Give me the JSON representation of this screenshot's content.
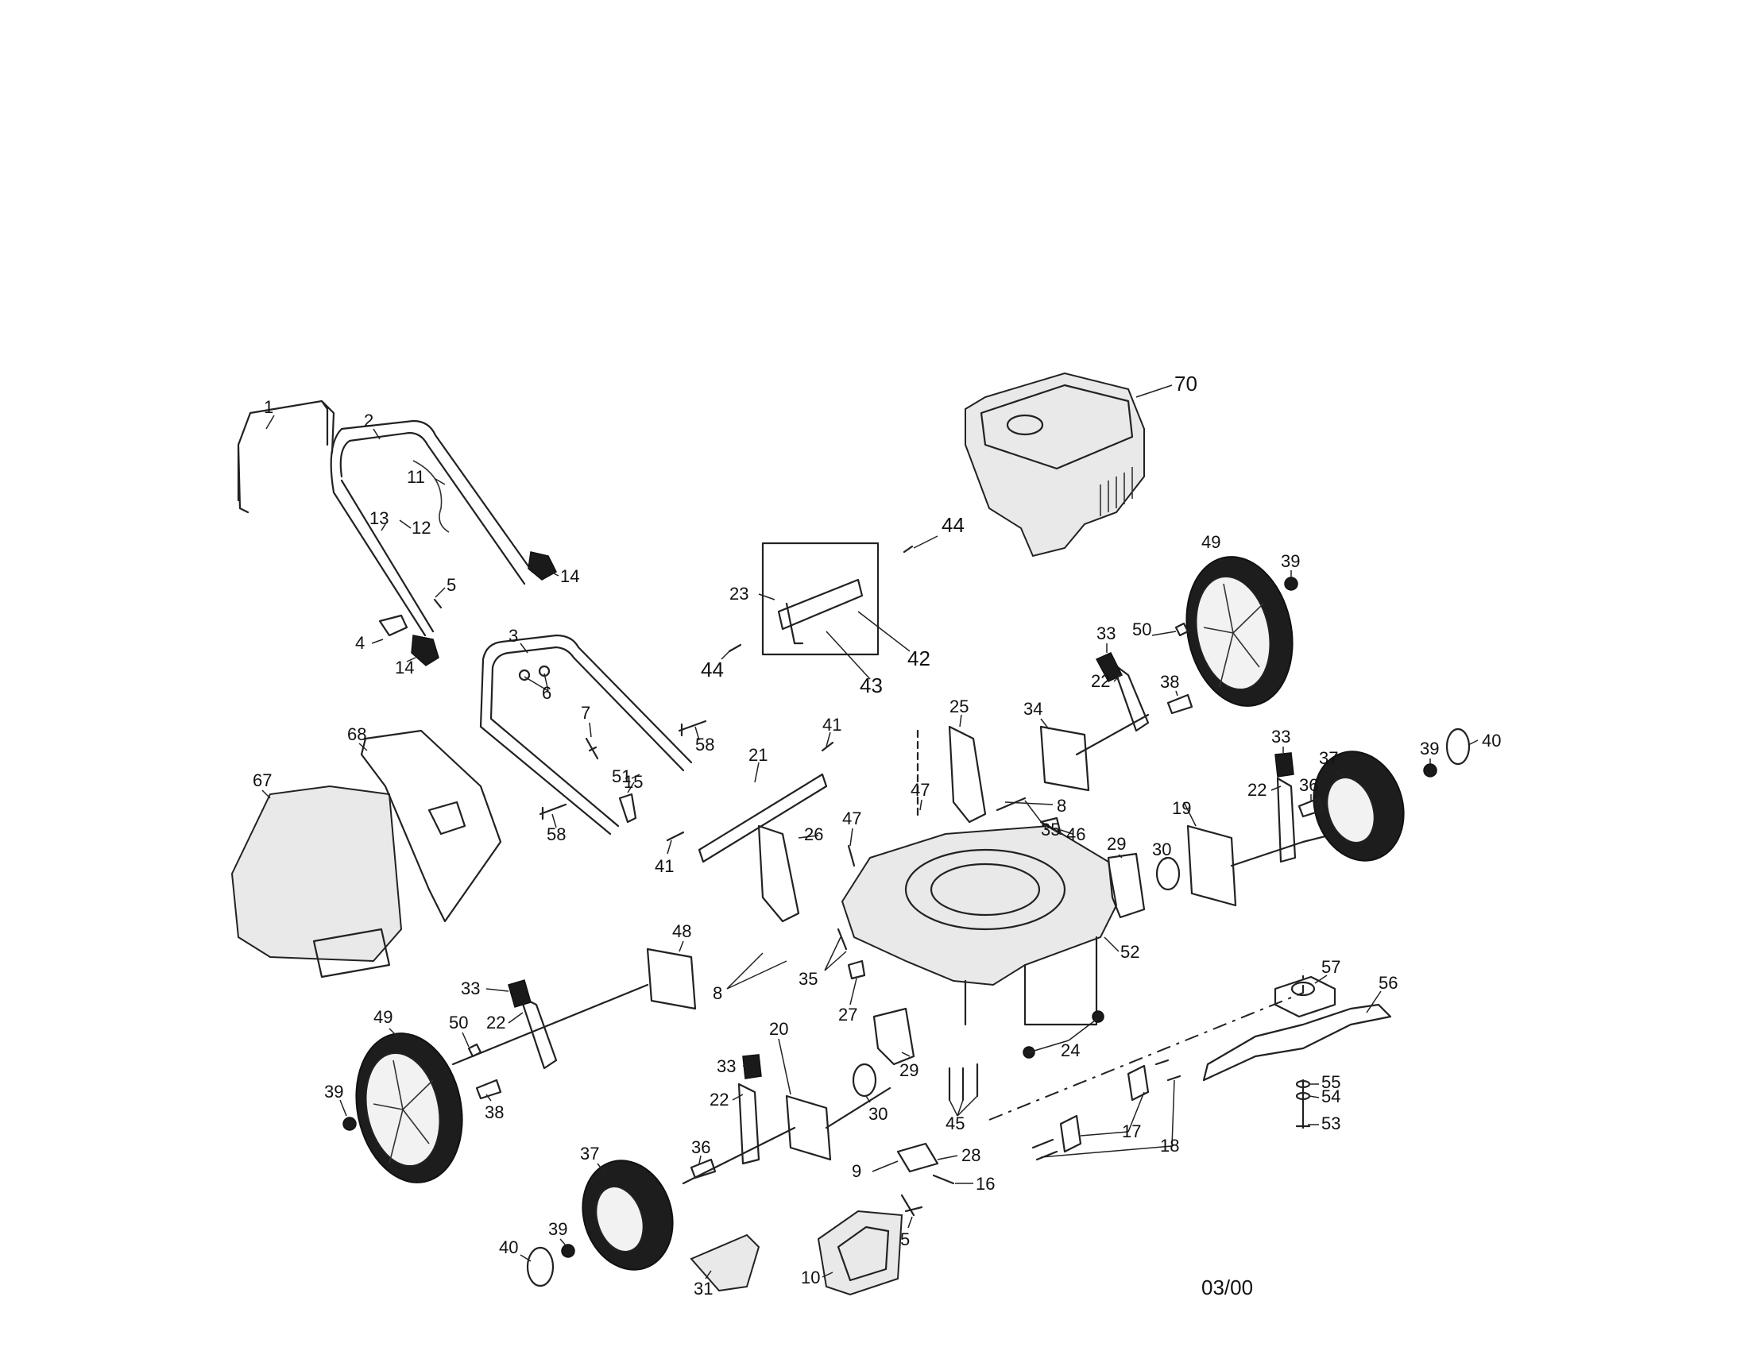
{
  "callouts": [
    {
      "label": "1"
    },
    {
      "label": "2"
    },
    {
      "label": "3"
    },
    {
      "label": "4"
    },
    {
      "label": "5"
    },
    {
      "label": "5"
    },
    {
      "label": "6"
    },
    {
      "label": "7"
    },
    {
      "label": "8"
    },
    {
      "label": "8"
    },
    {
      "label": "9"
    },
    {
      "label": "10"
    },
    {
      "label": "11"
    },
    {
      "label": "12"
    },
    {
      "label": "13"
    },
    {
      "label": "14"
    },
    {
      "label": "14"
    },
    {
      "label": "15"
    },
    {
      "label": "16"
    },
    {
      "label": "17"
    },
    {
      "label": "18"
    },
    {
      "label": "19"
    },
    {
      "label": "20"
    },
    {
      "label": "21"
    },
    {
      "label": "22"
    },
    {
      "label": "22"
    },
    {
      "label": "22"
    },
    {
      "label": "22"
    },
    {
      "label": "23"
    },
    {
      "label": "24"
    },
    {
      "label": "25"
    },
    {
      "label": "26"
    },
    {
      "label": "27"
    },
    {
      "label": "28"
    },
    {
      "label": "29"
    },
    {
      "label": "29"
    },
    {
      "label": "30"
    },
    {
      "label": "30"
    },
    {
      "label": "31"
    },
    {
      "label": "33"
    },
    {
      "label": "33"
    },
    {
      "label": "33"
    },
    {
      "label": "33"
    },
    {
      "label": "34"
    },
    {
      "label": "35"
    },
    {
      "label": "35"
    },
    {
      "label": "36"
    },
    {
      "label": "36"
    },
    {
      "label": "37"
    },
    {
      "label": "37"
    },
    {
      "label": "38"
    },
    {
      "label": "38"
    },
    {
      "label": "39"
    },
    {
      "label": "39"
    },
    {
      "label": "39"
    },
    {
      "label": "39"
    },
    {
      "label": "40"
    },
    {
      "label": "40"
    },
    {
      "label": "41"
    },
    {
      "label": "41"
    },
    {
      "label": "42"
    },
    {
      "label": "43"
    },
    {
      "label": "44"
    },
    {
      "label": "44"
    },
    {
      "label": "45"
    },
    {
      "label": "46"
    },
    {
      "label": "47"
    },
    {
      "label": "47"
    },
    {
      "label": "48"
    },
    {
      "label": "49"
    },
    {
      "label": "49"
    },
    {
      "label": "50"
    },
    {
      "label": "50"
    },
    {
      "label": "51"
    },
    {
      "label": "52"
    },
    {
      "label": "53"
    },
    {
      "label": "54"
    },
    {
      "label": "55"
    },
    {
      "label": "56"
    },
    {
      "label": "57"
    },
    {
      "label": "58"
    },
    {
      "label": "58"
    },
    {
      "label": "67"
    },
    {
      "label": "68"
    },
    {
      "label": "70"
    }
  ],
  "date_code": "03/00"
}
